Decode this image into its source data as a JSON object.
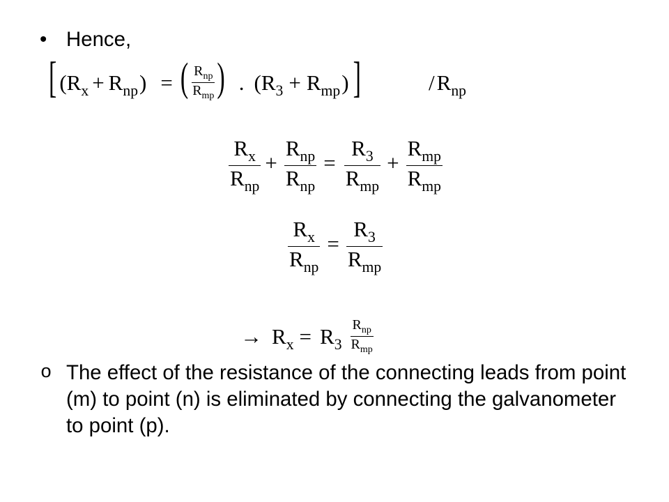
{
  "bullets": [
    {
      "marker": "•",
      "lines": [
        "Hence,"
      ]
    },
    {
      "marker": "o",
      "lines": [
        "The effect of the resistance of the connecting leads from point",
        "(m) to point (n) is eliminated by connecting the galvanometer",
        "to point (p)."
      ]
    }
  ],
  "equations": {
    "eq1": {
      "open_bracket": "[",
      "lhs": {
        "open": "(",
        "a": {
          "base": "R",
          "sub": "x"
        },
        "op": "+",
        "b": {
          "base": "R",
          "sub": "np"
        },
        "close": ")"
      },
      "equals": "=",
      "ratio": {
        "open": "(",
        "num": {
          "base": "R",
          "sub": "np"
        },
        "den": {
          "base": "R",
          "sub": "mp"
        },
        "close": ")"
      },
      "times": ".",
      "rhs": {
        "open": "(",
        "a": {
          "base": "R",
          "sub": "3"
        },
        "op": "+",
        "b": {
          "base": "R",
          "sub": "mp"
        },
        "close": ")"
      },
      "close_bracket": "]",
      "divisor": {
        "slash": "/",
        "base": "R",
        "sub": "np"
      }
    },
    "eq2": {
      "terms": [
        {
          "num": {
            "base": "R",
            "sub": "x"
          },
          "den": {
            "base": "R",
            "sub": "np"
          }
        },
        {
          "num": {
            "base": "R",
            "sub": "np"
          },
          "den": {
            "base": "R",
            "sub": "np"
          }
        },
        {
          "num": {
            "base": "R",
            "sub": "3"
          },
          "den": {
            "base": "R",
            "sub": "mp"
          }
        },
        {
          "num": {
            "base": "R",
            "sub": "mp"
          },
          "den": {
            "base": "R",
            "sub": "mp"
          }
        }
      ],
      "ops": [
        "+",
        "=",
        "+"
      ]
    },
    "eq3": {
      "lhs": {
        "num": {
          "base": "R",
          "sub": "x"
        },
        "den": {
          "base": "R",
          "sub": "np"
        }
      },
      "equals": "=",
      "rhs": {
        "num": {
          "base": "R",
          "sub": "3"
        },
        "den": {
          "base": "R",
          "sub": "mp"
        }
      }
    },
    "eq4": {
      "arrow": "→",
      "lhs": {
        "base": "R",
        "sub": "x"
      },
      "equals": "=",
      "factor": {
        "base": "R",
        "sub": "3"
      },
      "ratio": {
        "num": {
          "base": "R",
          "sub": "np"
        },
        "den": {
          "base": "R",
          "sub": "mp"
        }
      }
    }
  }
}
